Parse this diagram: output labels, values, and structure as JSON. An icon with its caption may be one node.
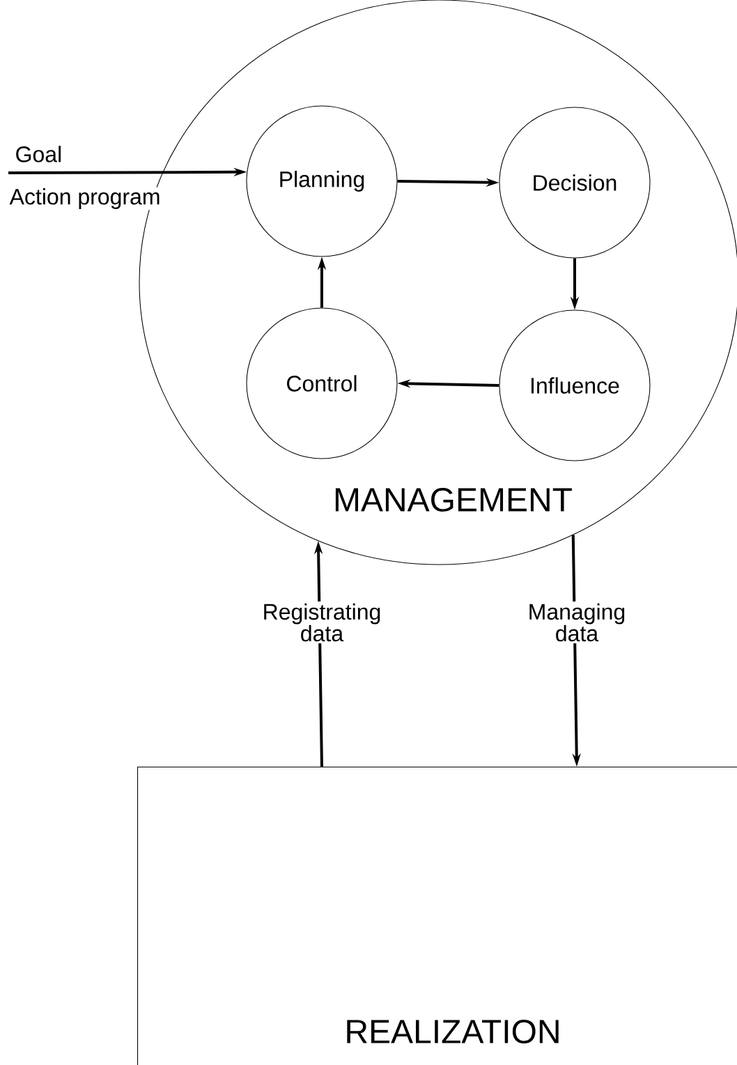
{
  "diagram": {
    "nodes": [
      {
        "text": [
          "MANAGEMENT"
        ]
      },
      {
        "text": [
          "Planning"
        ],
        "in": 0
      },
      {
        "text": [
          "Decision"
        ],
        "in": 0
      },
      {
        "text": [
          "Influence"
        ],
        "in": 0
      },
      {
        "text": [
          "Control"
        ],
        "in": 0
      },
      {
        "text": [
          "REALIZATION"
        ]
      }
    ],
    "edges": [
      {
        "from": null,
        "to": 1,
        "arrow": "to"
      },
      {
        "from": 1,
        "to": 2,
        "arrow": "to"
      },
      {
        "from": 2,
        "to": 3,
        "arrow": "to"
      },
      {
        "from": 3,
        "to": 4,
        "arrow": "to"
      },
      {
        "from": 4,
        "to": 1,
        "arrow": "to"
      },
      {
        "from": 5,
        "to": 0,
        "arrow": "to",
        "label": "Registrating data"
      },
      {
        "from": 0,
        "to": 5,
        "arrow": "to",
        "label": "Managing data"
      }
    ],
    "labels": [
      "Goal",
      "Action program"
    ]
  }
}
